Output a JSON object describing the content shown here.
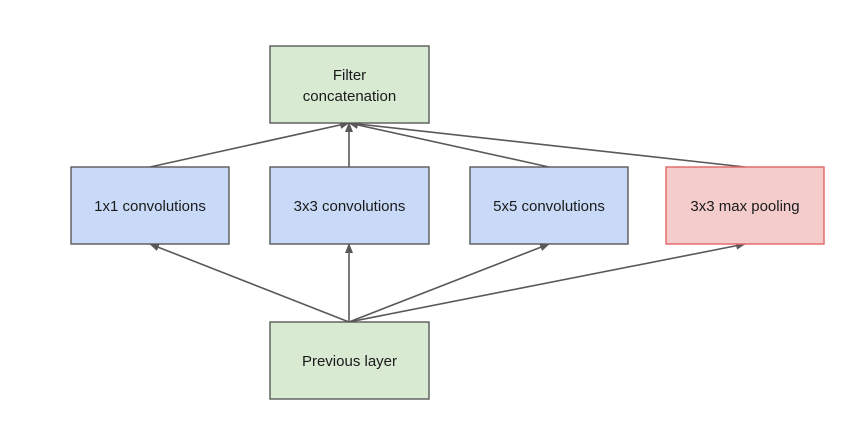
{
  "colors": {
    "green_fill": "#d9ead3",
    "blue_fill": "#c9daf8",
    "red_fill": "#f4cccc",
    "gray_border": "#595959",
    "red_border": "#e06666",
    "arrow": "#595959"
  },
  "nodes": {
    "filter_concat": {
      "line1": "Filter",
      "line2": "concatenation"
    },
    "conv1x1": {
      "label": "1x1 convolutions"
    },
    "conv3x3": {
      "label": "3x3 convolutions"
    },
    "conv5x5": {
      "label": "5x5 convolutions"
    },
    "maxpool": {
      "label": "3x3 max pooling"
    },
    "previous": {
      "label": "Previous layer"
    }
  },
  "edges": [
    {
      "from": "previous",
      "to": "conv1x1"
    },
    {
      "from": "previous",
      "to": "conv3x3"
    },
    {
      "from": "previous",
      "to": "conv5x5"
    },
    {
      "from": "previous",
      "to": "maxpool"
    },
    {
      "from": "conv1x1",
      "to": "filter_concat"
    },
    {
      "from": "conv3x3",
      "to": "filter_concat"
    },
    {
      "from": "conv5x5",
      "to": "filter_concat"
    },
    {
      "from": "maxpool",
      "to": "filter_concat"
    }
  ]
}
